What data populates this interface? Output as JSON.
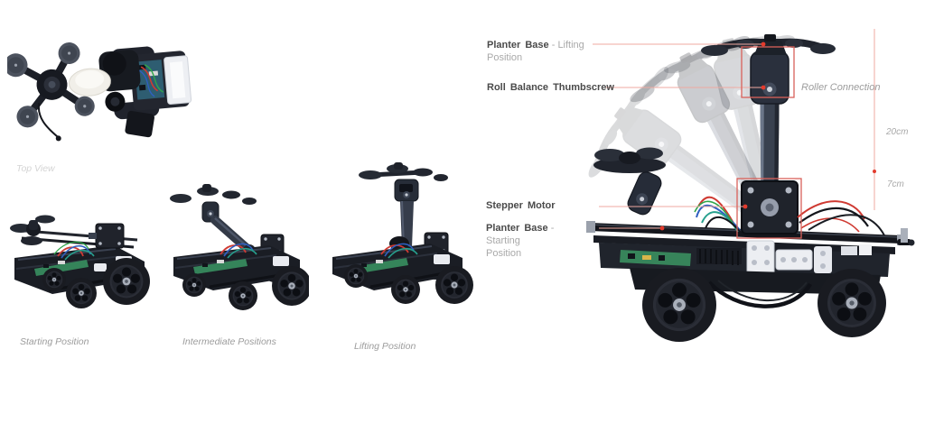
{
  "colors": {
    "background": "#ffffff",
    "label_bold": "#4a4a4a",
    "label_light": "#a9a9a9",
    "caption": "#9c9c9c",
    "caption_faint": "#d4d4d4",
    "annotation_line": "#efa9a0",
    "annotation_box": "#d9615a",
    "annotation_dot": "#e33b2d"
  },
  "callouts": {
    "planter_lifting": {
      "bold": "Planter Base",
      "light": "- Lifting",
      "light2": "Position"
    },
    "roll_thumbscrew": {
      "bold": "Roll Balance Thumbscrew"
    },
    "stepper_motor": {
      "bold": "Stepper Motor"
    },
    "planter_starting": {
      "bold": "Planter Base",
      "light": "- Starting",
      "light2": "Position"
    },
    "roller_connection": {
      "label": "Roller Connection"
    }
  },
  "dimensions": {
    "upper": "20cm",
    "lower": "7cm"
  },
  "captions": {
    "top_view": "Top View",
    "starting": "Starting Position",
    "intermediate": "Intermediate Positions",
    "lifting": "Lifting Position"
  }
}
